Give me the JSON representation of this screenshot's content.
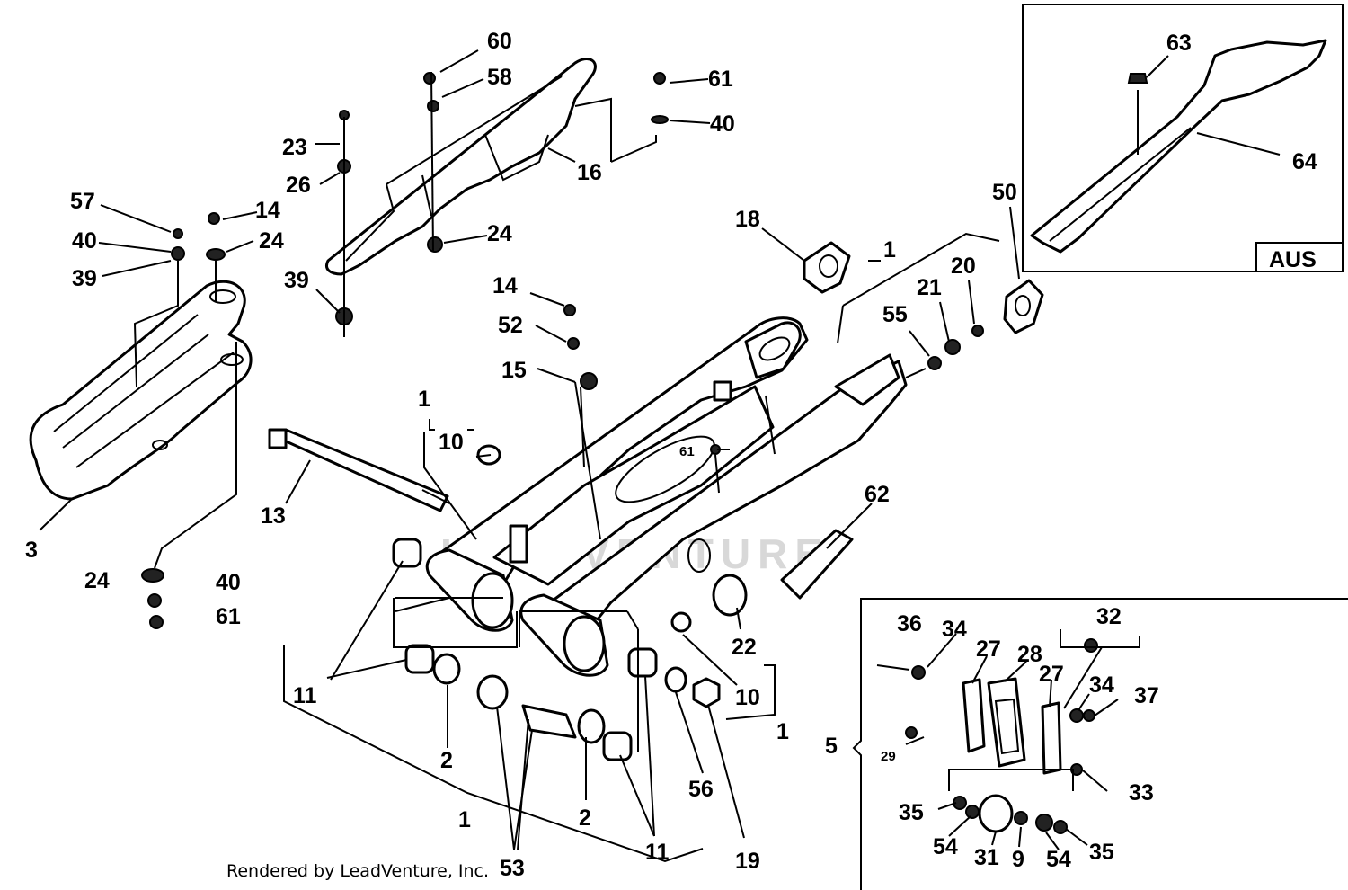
{
  "watermark": "LEADVENTURE",
  "credit": "Rendered by LeadVenture, Inc.",
  "inset_tag": "AUS",
  "callouts": {
    "c60": "60",
    "c58": "58",
    "c61a": "61",
    "c40a": "40",
    "c23": "23",
    "c26": "26",
    "c16": "16",
    "c57": "57",
    "c14a": "14",
    "c40b": "40",
    "c24a": "24",
    "c39a": "39",
    "c24b": "24",
    "c39b": "39",
    "c18": "18",
    "c1a": "1",
    "c50": "50",
    "c20": "20",
    "c21": "21",
    "c55": "55",
    "c14b": "14",
    "c52": "52",
    "c15": "15",
    "c1b": "1",
    "c10a": "10",
    "c61b": "61",
    "c13": "13",
    "c3": "3",
    "c24c": "24",
    "c40c": "40",
    "c61c": "61",
    "c62": "62",
    "c22": "22",
    "c10b": "10",
    "c1c": "1",
    "c11a": "11",
    "c2a": "2",
    "c56": "56",
    "c19": "19",
    "c2b": "2",
    "c1d": "1",
    "c53": "53",
    "c11b": "11",
    "c63": "63",
    "c64": "64",
    "c36": "36",
    "c34a": "34",
    "c27a": "27",
    "c28": "28",
    "c32": "32",
    "c27b": "27",
    "c34b": "34",
    "c37": "37",
    "c5": "5",
    "c29": "29",
    "c33": "33",
    "c35a": "35",
    "c54a": "54",
    "c31": "31",
    "c9": "9",
    "c54b": "54",
    "c35b": "35"
  }
}
